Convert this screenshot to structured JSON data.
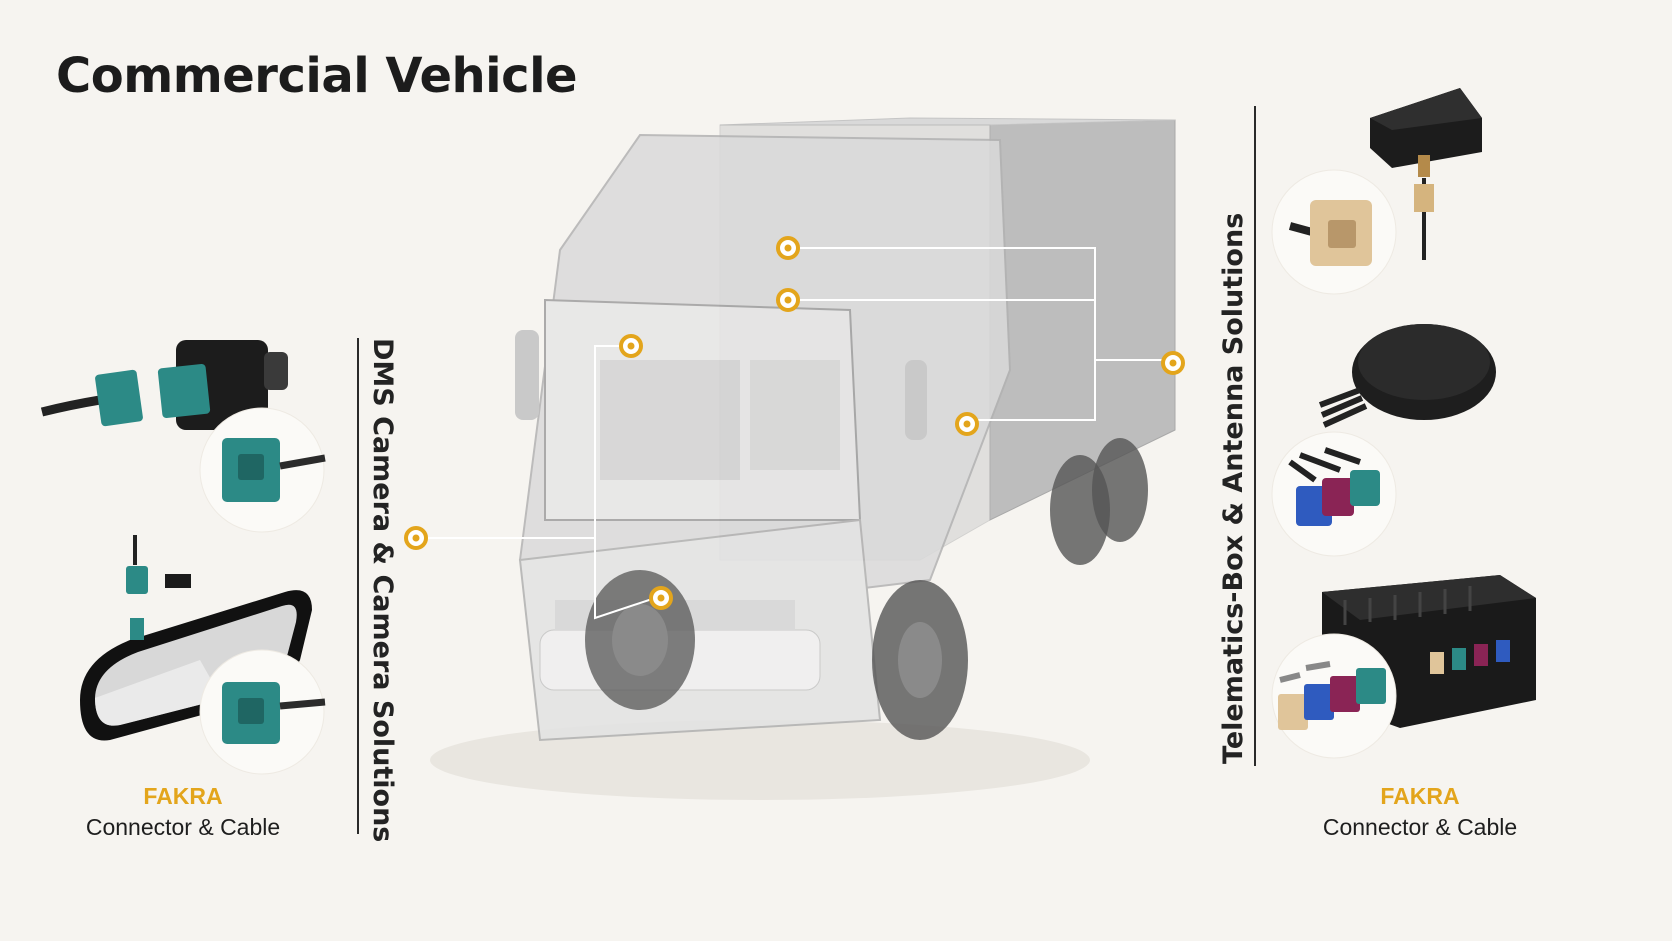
{
  "title": "Commercial Vehicle",
  "left_section": {
    "label": "DMS Camera & Camera Solutions",
    "caption_brand": "FAKRA",
    "caption_sub": "Connector & Cable"
  },
  "right_section": {
    "label": "Telematics-Box & Antenna Solutions",
    "caption_brand": "FAKRA",
    "caption_sub": "Connector & Cable"
  },
  "colors": {
    "accent": "#e3a51c",
    "connector_teal": "#2c8a86",
    "connector_beige": "#e0c59a",
    "connector_blue": "#2f5bbf",
    "connector_magenta": "#8a2455",
    "background": "#f6f4f0"
  }
}
